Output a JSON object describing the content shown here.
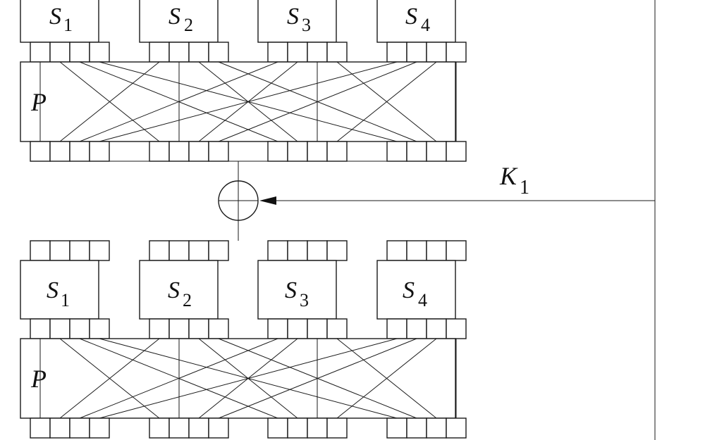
{
  "sbox_names": [
    "S",
    "S",
    "S",
    "S"
  ],
  "sbox_subs": [
    "1",
    "2",
    "3",
    "4"
  ],
  "perm_label": "P",
  "key_label": "K",
  "key_sub": "1",
  "permutation": [
    0,
    4,
    8,
    12,
    1,
    5,
    9,
    13,
    2,
    6,
    10,
    14,
    3,
    7,
    11,
    15
  ]
}
